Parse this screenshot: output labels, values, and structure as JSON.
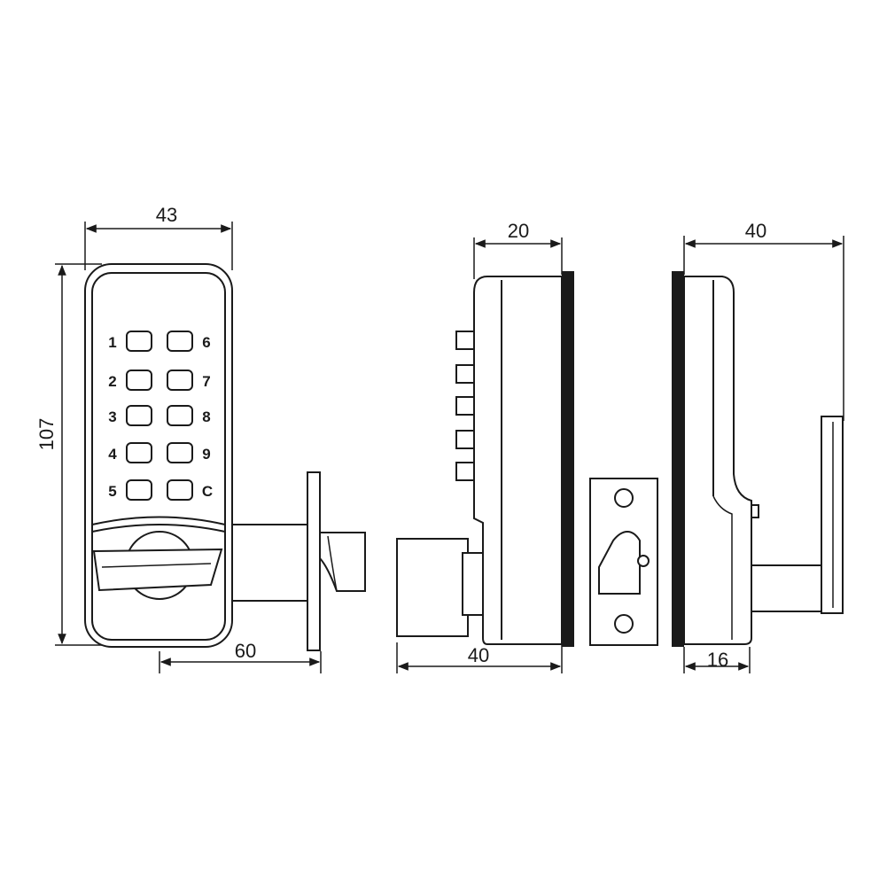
{
  "dimensions": {
    "front_width": "43",
    "front_height": "107",
    "latch_length": "60",
    "side_depth": "20",
    "side_total": "40",
    "back_total": "40",
    "back_base": "16"
  },
  "keypad": {
    "left_column": [
      "1",
      "2",
      "3",
      "4",
      "5"
    ],
    "right_column": [
      "6",
      "7",
      "8",
      "9",
      "C"
    ]
  }
}
